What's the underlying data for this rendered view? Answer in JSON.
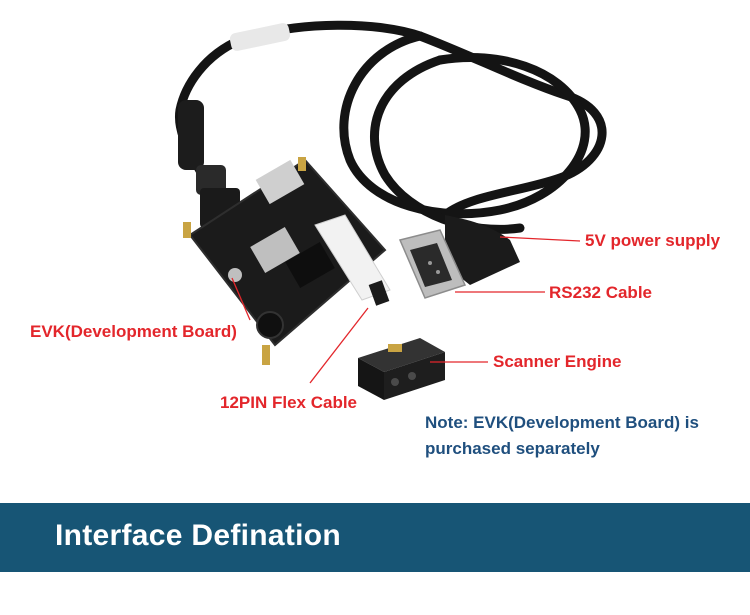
{
  "labels": {
    "power_supply": "5V power supply",
    "rs232_cable": "RS232 Cable",
    "evk": "EVK(Development Board)",
    "scanner_engine": "Scanner Engine",
    "flex_cable": "12PIN Flex Cable"
  },
  "note": {
    "line1": "Note: EVK(Development Board) is",
    "line2": "purchased separately"
  },
  "banner": {
    "title": "Interface Defination"
  },
  "colors": {
    "label_red": "#e3262b",
    "note_blue": "#1f4f7e",
    "banner_bg": "#175575",
    "banner_text": "#ffffff",
    "leader_line": "#e3262b"
  }
}
